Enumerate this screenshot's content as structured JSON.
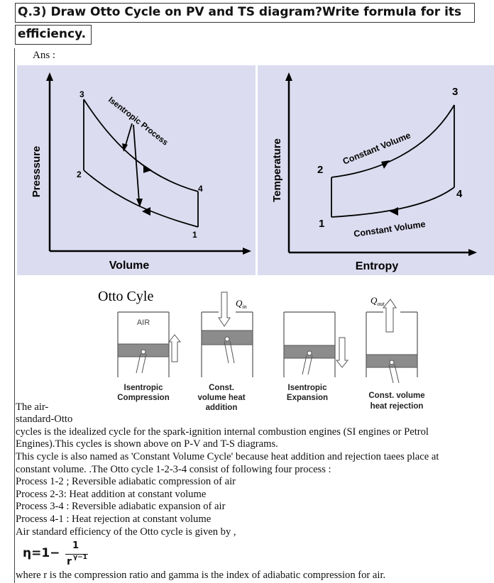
{
  "question": {
    "number": "Q.3)",
    "line1": "Draw Otto Cycle on PV and TS diagram?Write formula for its",
    "line2": "efficiency."
  },
  "answer_label": "Ans :",
  "pv_diagram": {
    "y_label": "Presssure",
    "x_label": "Volume",
    "process_label": "Isentropic Process",
    "points": [
      "1",
      "2",
      "3",
      "4"
    ]
  },
  "ts_diagram": {
    "y_label": "Temperature",
    "x_label": "Entropy",
    "upper_label": "Constant Volume",
    "lower_label": "Constant Volume",
    "points": [
      "1",
      "2",
      "3",
      "4"
    ]
  },
  "otto_figure": {
    "title": "Otto Cyle",
    "q_in": "Q",
    "q_in_sub": "in",
    "q_out": "Q",
    "q_out_sub": "out",
    "air_label": "AIR",
    "stages": [
      {
        "line1": "Isentropic",
        "line2": "Compression",
        "line3": ""
      },
      {
        "line1": "Const.",
        "line2": "volume heat",
        "line3": "addition"
      },
      {
        "line1": "Isentropic",
        "line2": "Expansion",
        "line3": ""
      },
      {
        "line1": "Const. volume",
        "line2": "heat rejection",
        "line3": ""
      }
    ]
  },
  "body": {
    "l1": "The air-",
    "l2": "standard-Otto",
    "l3": "cycles is the idealized cycle for the spark-ignition internal combustion engines (SI engines or Petrol",
    "l4": "Engines).This cycles is shown above on P-V and T-S diagrams.",
    "l5": "This cycle is also named as 'Constant Volume Cycle' because heat addition and rejection taees place at",
    "l6": "constant volume. .The Otto cycle 1-2-3-4 consist of following four process :",
    "l7": "Process 1-2 ; Reversible adiabatic compression of air",
    "l8": "Process 2-3: Heat addition at constant volume",
    "l9": "Process 3-4 : Reversible adiabatic expansion of air",
    "l10": "Process 4-1 : Heat rejection at constant volume",
    "l11": "Air standard efficiency of the Otto cycle is given by ,",
    "l12": "where r is the compression ratio and gamma is the index of adiabatic compression for air."
  },
  "formula": {
    "lhs": "η=1−",
    "numerator": "1",
    "base": "r",
    "exponent": "γ−1"
  },
  "colors": {
    "panel_bg": "#dcdcf0",
    "piston": "#8c8c8c",
    "text": "#111111"
  }
}
